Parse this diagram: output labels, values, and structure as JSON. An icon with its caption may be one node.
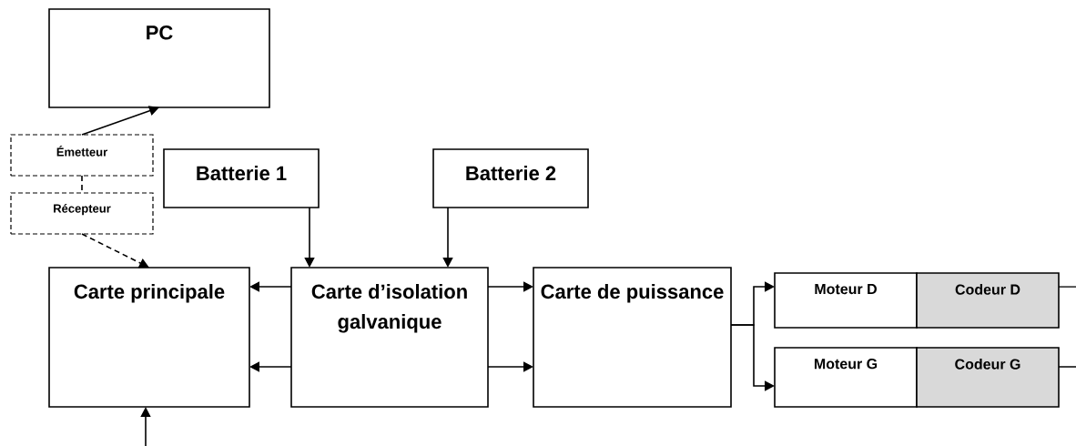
{
  "diagram": {
    "nodes": [
      {
        "text": [
          "PC"
        ]
      },
      {
        "text": [
          "Émetteur"
        ]
      },
      {
        "text": [
          "Récepteur"
        ]
      },
      {
        "text": [
          "Batterie 1"
        ]
      },
      {
        "text": [
          "Batterie 2"
        ]
      },
      {
        "text": [
          "Carte principale"
        ]
      },
      {
        "text": [
          "Carte d’isolation galvanique"
        ]
      },
      {
        "text": [
          "Carte de puissance"
        ]
      },
      {
        "text": [
          "Moteur D"
        ]
      },
      {
        "text": [
          "Codeur D"
        ]
      },
      {
        "text": [
          "Moteur G"
        ]
      },
      {
        "text": [
          "Codeur G"
        ]
      }
    ],
    "edges": [
      {
        "from": 1,
        "to": 0,
        "arrow": "to"
      },
      {
        "from": 1,
        "to": 2,
        "arrow": "none",
        "style": "dashed"
      },
      {
        "from": 2,
        "to": 5,
        "arrow": "to",
        "style": "dashed"
      },
      {
        "from": 3,
        "to": 6,
        "arrow": "to"
      },
      {
        "from": 4,
        "to": 6,
        "arrow": "to"
      },
      {
        "from": 6,
        "to": 5,
        "arrow": "to"
      },
      {
        "from": 6,
        "to": 5,
        "arrow": "to"
      },
      {
        "from": 6,
        "to": 7,
        "arrow": "to"
      },
      {
        "from": 6,
        "to": 7,
        "arrow": "to"
      },
      {
        "from": 7,
        "to": 8,
        "arrow": "to"
      },
      {
        "from": 7,
        "to": 10,
        "arrow": "to"
      },
      {
        "from": null,
        "to": 5,
        "arrow": "to"
      },
      {
        "from": 9,
        "to": null,
        "arrow": "none"
      },
      {
        "from": 11,
        "to": null,
        "arrow": "none"
      }
    ]
  }
}
